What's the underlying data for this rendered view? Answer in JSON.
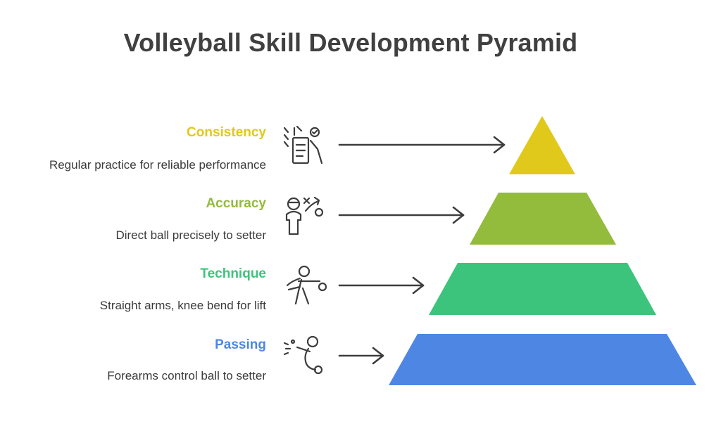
{
  "title": "Volleyball Skill Development Pyramid",
  "levels": [
    {
      "label": "Consistency",
      "description": "Regular practice for reliable performance",
      "color": "#e0c91a",
      "icon": "checklist-person-icon"
    },
    {
      "label": "Accuracy",
      "description": "Direct ball precisely to setter",
      "color": "#93bb3c",
      "icon": "strategy-player-icon"
    },
    {
      "label": "Technique",
      "description": "Straight arms, knee bend for lift",
      "color": "#3cc47c",
      "icon": "passing-stance-icon"
    },
    {
      "label": "Passing",
      "description": "Forearms control ball to setter",
      "color": "#4e86e4",
      "icon": "forearm-pass-icon"
    }
  ],
  "colors": {
    "title": "#404040",
    "arrow": "#3d3d3d",
    "icon": "#3d3d3d"
  }
}
